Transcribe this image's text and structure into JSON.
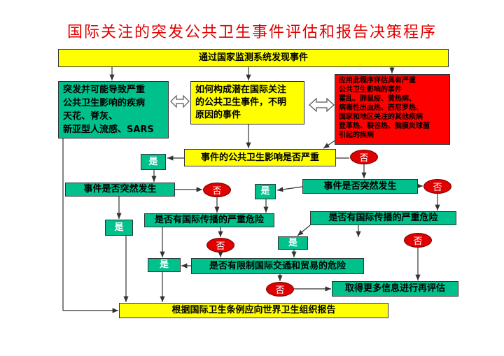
{
  "title": "国际关注的突发公共卫生事件评估和报告决策程序",
  "detect": "通过国家监测系统发现事件",
  "green_left": "突发并可能导致严重公共卫生影响的疾病天花、脊灰、新亚型人流感、SARS",
  "green_left_lines": [
    "突发并可能导致严重",
    "公共卫生影响的疾病",
    "天花、脊灰、",
    "新亚型人流感、SARS"
  ],
  "yellow_mid_lines": [
    "如何构成潜在国际关注",
    "的公共卫生事件，不明",
    "原因的事件"
  ],
  "red_lines": [
    "应用此程序评估具有严重",
    "公共卫生影响的事件",
    "霍乱、肺鼠疫、黄热病、",
    "病毒性出血热、西尼罗热、",
    "国家和地区关注的其他疾病",
    "登革热、裂谷热、脑膜炎球菌",
    "引起的疾病"
  ],
  "q_serious": "事件的公共卫生影响是否严重",
  "q_sudden": "事件是否突然发生",
  "q_spread": "是否有国际传播的严重危险",
  "q_trade": "是否有限制国际交通和贸易的危险",
  "reassess": "取得更多信息进行再评估",
  "report": "根据国际卫生条例应向世界卫生组织报告",
  "yes": "是",
  "no": "否"
}
